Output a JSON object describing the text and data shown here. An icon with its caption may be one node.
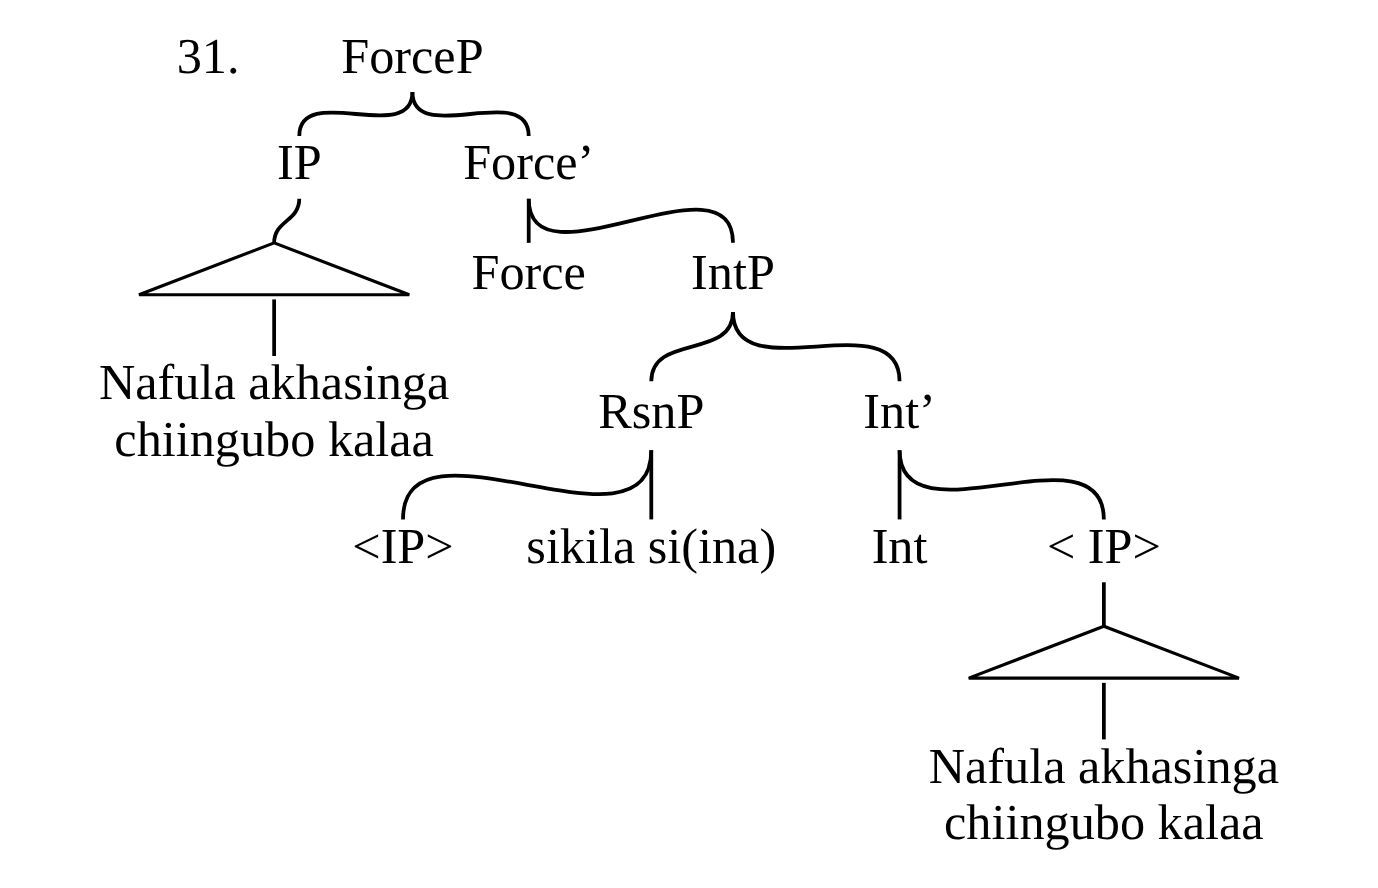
{
  "diagram": {
    "nodes": [
      {
        "text": [
          "ForceP"
        ]
      },
      {
        "text": [
          "IP"
        ]
      },
      {
        "text": [
          "Force’"
        ]
      },
      {
        "text": [],
        "shape": "triangle"
      },
      {
        "text": [
          "Nafula akhasinga chiingubo kalaa"
        ]
      },
      {
        "text": [
          "Force"
        ]
      },
      {
        "text": [
          "IntP"
        ]
      },
      {
        "text": [
          "RsnP"
        ]
      },
      {
        "text": [
          "Int’"
        ]
      },
      {
        "text": [
          "<IP>"
        ]
      },
      {
        "text": [
          "sikila si(ina)"
        ]
      },
      {
        "text": [
          "Int"
        ]
      },
      {
        "text": [
          "< IP>"
        ]
      },
      {
        "text": [],
        "shape": "triangle"
      },
      {
        "text": [
          "Nafula akhasinga chiingubo kalaa"
        ]
      }
    ],
    "edges": [
      {
        "from": 0,
        "to": 1,
        "arrow": "none"
      },
      {
        "from": 0,
        "to": 2,
        "arrow": "none"
      },
      {
        "from": 1,
        "to": 3,
        "arrow": "none"
      },
      {
        "from": 3,
        "to": 4,
        "arrow": "none"
      },
      {
        "from": 2,
        "to": 5,
        "arrow": "none"
      },
      {
        "from": 2,
        "to": 6,
        "arrow": "none"
      },
      {
        "from": 6,
        "to": 7,
        "arrow": "none"
      },
      {
        "from": 6,
        "to": 8,
        "arrow": "none"
      },
      {
        "from": 7,
        "to": 9,
        "arrow": "none"
      },
      {
        "from": 7,
        "to": 10,
        "arrow": "none"
      },
      {
        "from": 8,
        "to": 11,
        "arrow": "none"
      },
      {
        "from": 8,
        "to": 12,
        "arrow": "none"
      },
      {
        "from": 12,
        "to": 13,
        "arrow": "none"
      },
      {
        "from": 13,
        "to": 14,
        "arrow": "none"
      }
    ],
    "labels": [
      "31."
    ]
  }
}
